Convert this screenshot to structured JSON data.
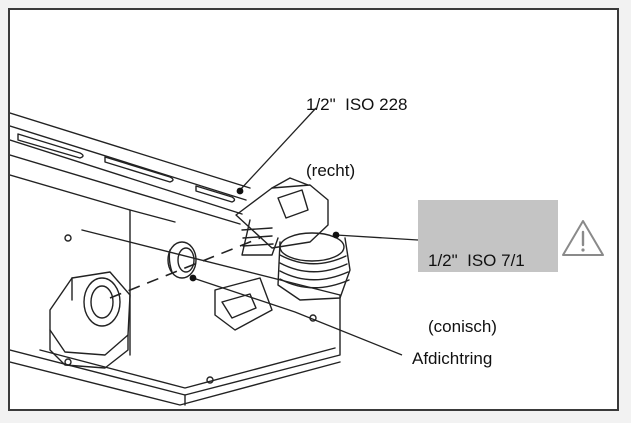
{
  "callouts": {
    "thread_straight": {
      "line1": "1/2\"  ISO 228",
      "line2": "(recht)"
    },
    "thread_tapered": {
      "line1": "1/2\"  ISO 7/1",
      "line2": "(conisch)"
    },
    "seal": {
      "label": "Afdichtring"
    }
  },
  "colors": {
    "frame_border": "#3a3a3a",
    "callout_highlight": "#c4c4c4",
    "warning_icon": "#8a8a8a",
    "line_art": "#222222"
  },
  "icons": [
    "warning-triangle-icon"
  ]
}
